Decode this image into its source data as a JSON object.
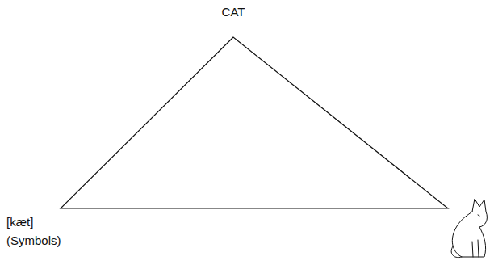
{
  "diagram": {
    "labels": [
      "CAT",
      "[kæt]",
      "(Symbols)"
    ]
  }
}
